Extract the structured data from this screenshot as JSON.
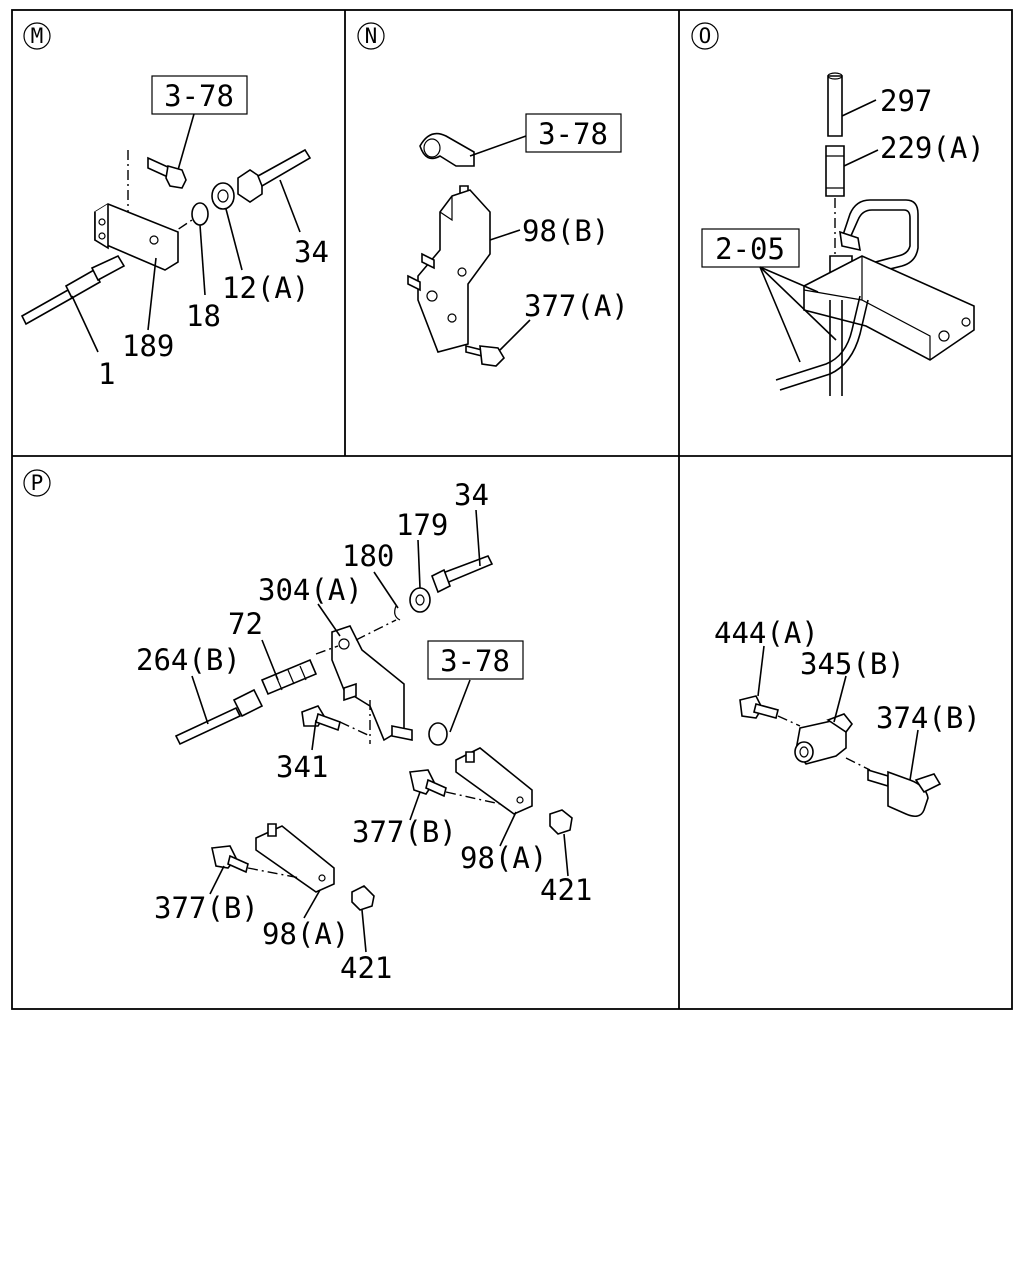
{
  "panels": {
    "M": {
      "marker": "M",
      "ref_box": "3-78",
      "labels": [
        "1",
        "189",
        "18",
        "12(A)",
        "34"
      ]
    },
    "N": {
      "marker": "N",
      "ref_box": "3-78",
      "labels": [
        "98(B)",
        "377(A)"
      ]
    },
    "O": {
      "marker": "O",
      "ref_box": "2-05",
      "labels": [
        "297",
        "229(A)"
      ]
    },
    "P": {
      "marker": "P",
      "ref_box": "3-78",
      "labels": [
        "34",
        "179",
        "180",
        "304(A)",
        "72",
        "264(B)",
        "341",
        "377(B)",
        "98(A)",
        "421",
        "377(B)",
        "98(A)",
        "421"
      ]
    },
    "Q": {
      "labels": [
        "444(A)",
        "345(B)",
        "374(B)"
      ]
    }
  }
}
